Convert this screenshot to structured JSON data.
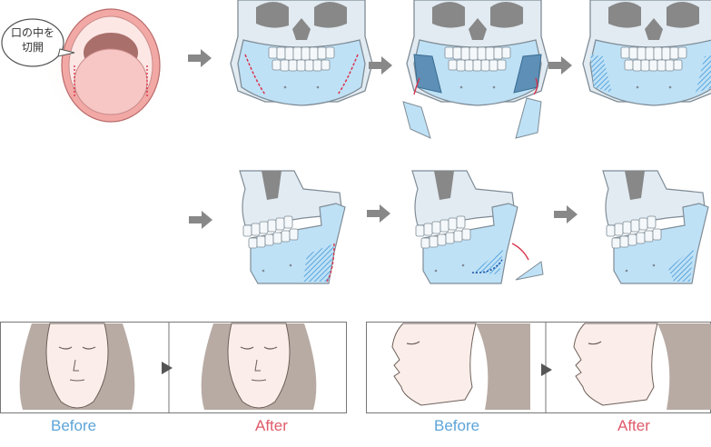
{
  "speech_bubble": {
    "line1": "口の中を",
    "line2": "切開"
  },
  "comparisons": [
    {
      "before_label": "Before",
      "after_label": "After"
    },
    {
      "before_label": "Before",
      "after_label": "After"
    }
  ],
  "colors": {
    "bone": "#d8e3ec",
    "bone_outline": "#7f8c96",
    "jaw_fill": "#bfe1f6",
    "jaw_resected": "#5e8fb6",
    "arrow_gray": "#888888",
    "incision_red": "#d9344d",
    "before_text": "#5da4d8",
    "after_text": "#e05a6a"
  }
}
